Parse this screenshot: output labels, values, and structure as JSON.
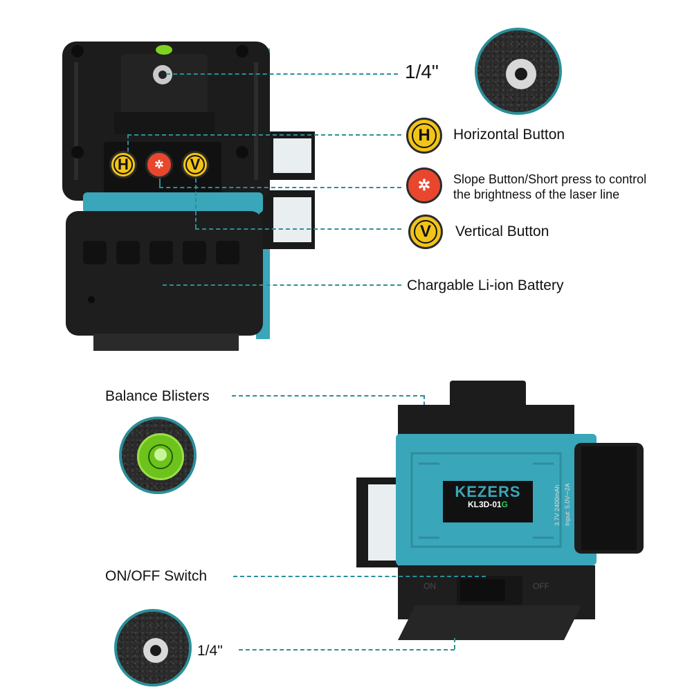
{
  "top_device": {
    "buttons": [
      "H",
      "V"
    ]
  },
  "callouts": {
    "thread_top": "1/4\"",
    "horizontal": "Horizontal Button",
    "slope_line1": "Slope Button/Short press to control",
    "slope_line2": "the brightness of the laser line",
    "vertical": "Vertical Button",
    "battery": "Chargable Li-ion Battery",
    "blisters": "Balance Blisters",
    "switch": "ON/OFF Switch",
    "thread_bottom": "1/4\""
  },
  "icons": {
    "h_button": "H",
    "v_button": "V"
  },
  "bottom_device": {
    "brand": "KEZERS",
    "model_prefix": "KL3D-01",
    "model_suffix": "G",
    "switch_on": "ON",
    "switch_off": "OFF",
    "battery_spec": "3.7V  2400mAh",
    "battery_input": "Input: 5.0V⎓2A"
  },
  "colors": {
    "accent_teal": "#2a8f98",
    "device_blue": "#3aa6b9",
    "button_yellow": "#f2c417",
    "button_red": "#e8472e",
    "body_black": "#1c1c1c",
    "model_green": "#34c759"
  }
}
